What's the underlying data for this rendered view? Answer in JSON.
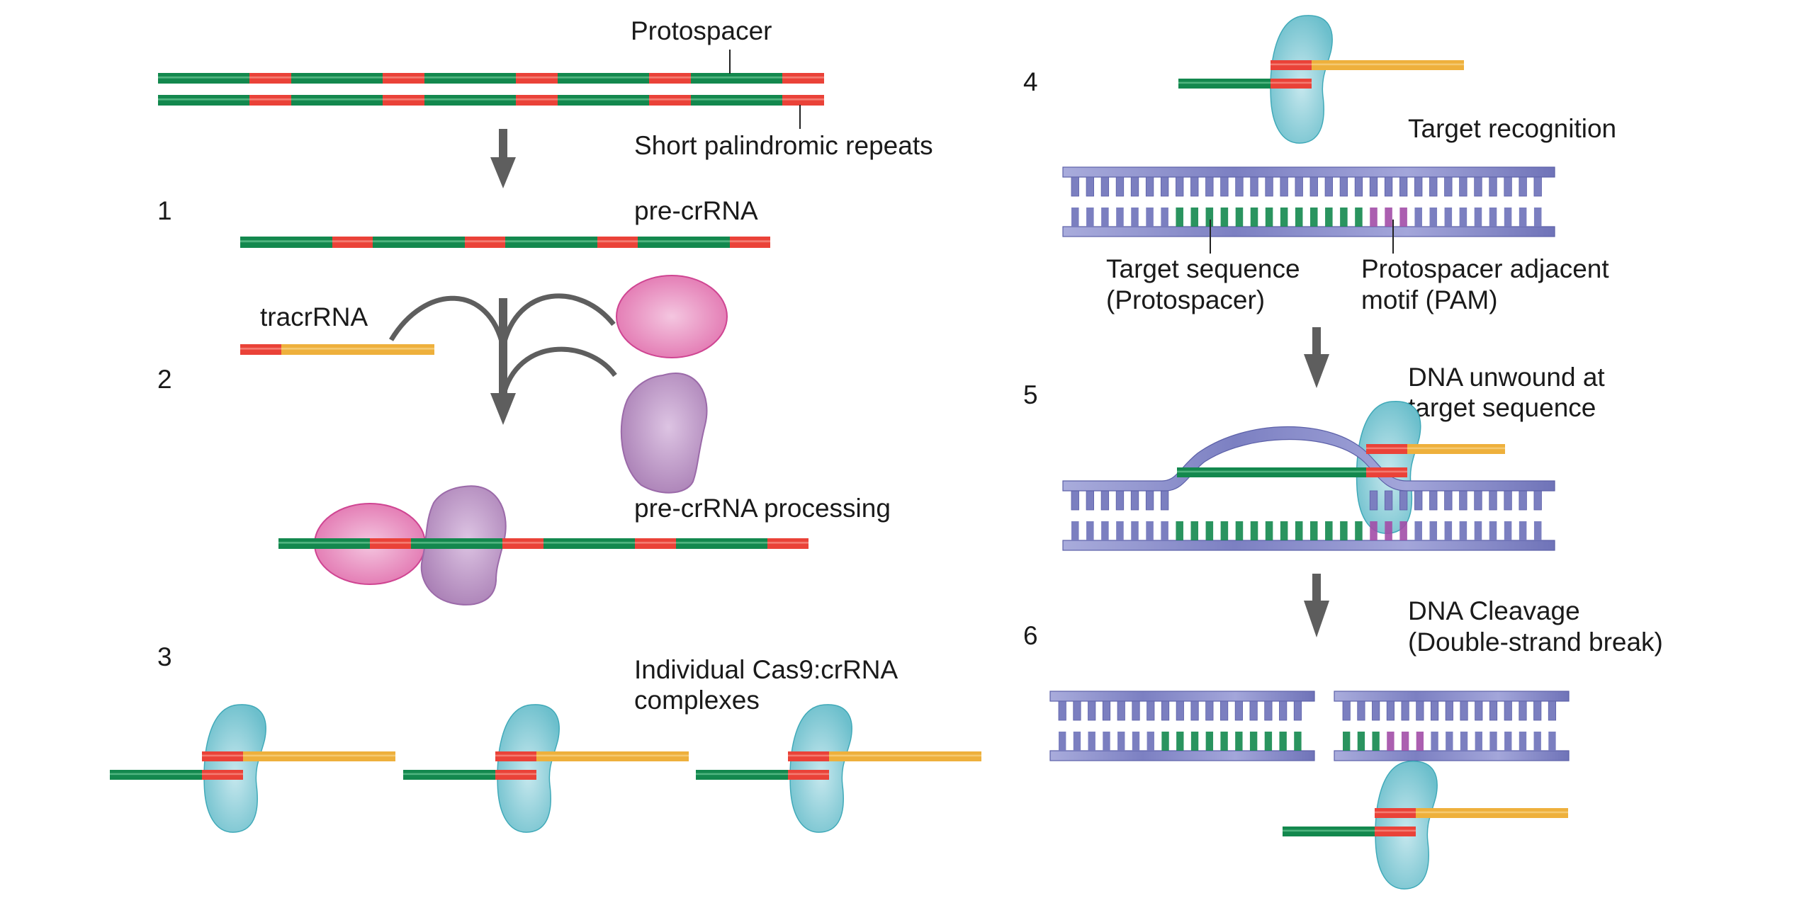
{
  "title": "CRISPR-Cas9 mechanism",
  "colors": {
    "spacer_green": "#13884e",
    "spacer_green_hl": "#5fbf8c",
    "repeat_red": "#ea4238",
    "repeat_red_hl": "#f6897f",
    "tracr_orange": "#eeb03c",
    "tracr_orange_hl": "#f6d07e",
    "cas9_teal": "#7ec8d3",
    "cas9_teal_edge": "#3fa9b8",
    "rnase_pink": "#e57ab6",
    "rnase_pink_edge": "#cc3f91",
    "protein_purple": "#b58bbf",
    "protein_purple_edge": "#9a6aa8",
    "dna_blue": "#7b7fc0",
    "dna_blue_light": "#aeb1de",
    "pam_purple": "#a24ea7",
    "arrow_gray": "#5e5e5e"
  },
  "labels": {
    "protospacer": "Protospacer",
    "short_palindromic_repeats": "Short palindromic repeats",
    "pre_crrna": "pre-crRNA",
    "tracrrna": "tracrRNA",
    "pre_crrna_processing": "pre-crRNA processing",
    "individual_complexes_1": "Individual Cas9:crRNA",
    "individual_complexes_2": "complexes",
    "target_recognition": "Target recognition",
    "target_sequence_1": "Target sequence",
    "target_sequence_2": "(Protospacer)",
    "pam_1": "Protospacer adjacent",
    "pam_2": "motif (PAM)",
    "unwound_1": "DNA unwound at",
    "unwound_2": "target sequence",
    "cleavage_1": "DNA Cleavage",
    "cleavage_2": "(Double-strand break)"
  },
  "steps": [
    "1",
    "2",
    "3",
    "4",
    "5",
    "6"
  ],
  "crispr_array": {
    "segments": [
      "spacer",
      "repeat",
      "spacer",
      "repeat",
      "spacer",
      "repeat",
      "spacer",
      "repeat",
      "spacer",
      "repeat"
    ]
  },
  "target_dna": {
    "base_pairs": 32,
    "bottom_strand_pattern": [
      "blue",
      "blue",
      "blue",
      "blue",
      "blue",
      "blue",
      "blue",
      "green",
      "green",
      "green",
      "green",
      "green",
      "green",
      "green",
      "green",
      "green",
      "green",
      "green",
      "green",
      "green",
      "pam",
      "pam",
      "pam",
      "blue",
      "blue",
      "blue",
      "blue",
      "blue",
      "blue",
      "blue",
      "blue",
      "blue"
    ],
    "cleavage_after_pair": 17
  },
  "cas9_complex_count": 3
}
